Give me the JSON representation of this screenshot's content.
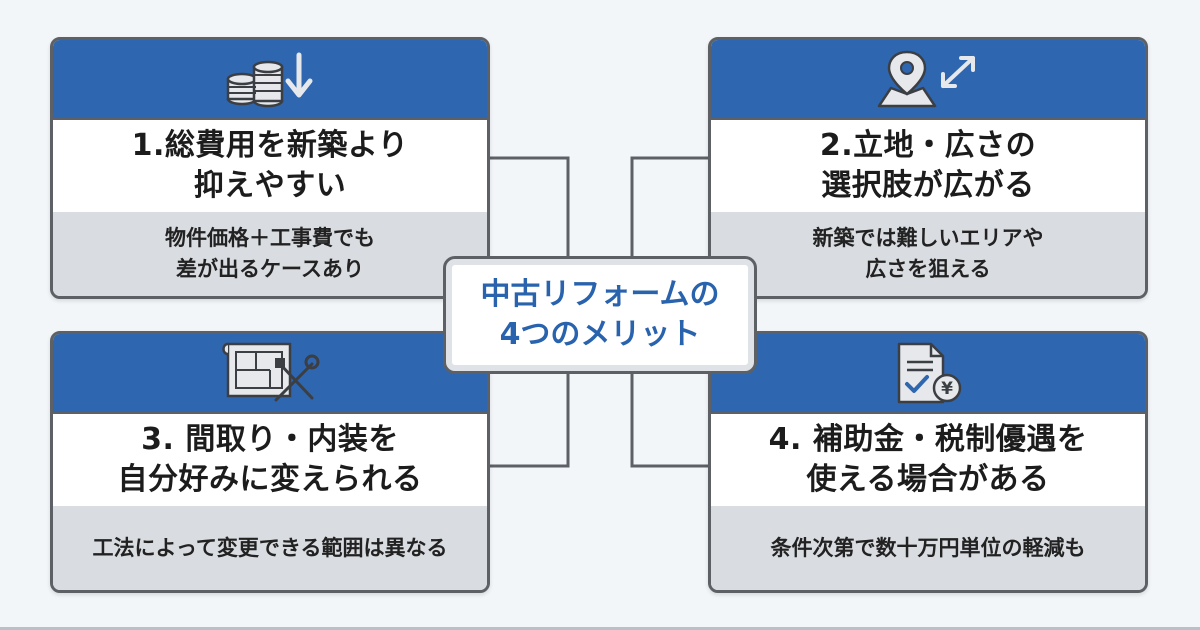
{
  "center": {
    "line1": "中古リフォームの",
    "line2": "4つのメリット"
  },
  "cards": [
    {
      "icon": "coins-down-arrow-icon",
      "title_lines": [
        "1.総費用を新築より",
        "抑えやすい"
      ],
      "desc_lines": [
        "物件価格＋工事費でも",
        "差が出るケースあり"
      ]
    },
    {
      "icon": "map-pin-expand-icon",
      "title_lines": [
        "2.立地・広さの",
        "選択肢が広がる"
      ],
      "desc_lines": [
        "新築では難しいエリアや",
        "広さを狙える"
      ]
    },
    {
      "icon": "blueprint-tools-icon",
      "title_lines": [
        "3. 間取り・内装を",
        "自分好みに変えられる"
      ],
      "desc_lines": [
        "工法によって変更できる範囲は異なる"
      ]
    },
    {
      "icon": "document-yen-icon",
      "title_lines": [
        "4. 補助金・税制優遇を",
        "使える場合がある"
      ],
      "desc_lines": [
        "条件次第で数十万円単位の軽減も"
      ]
    }
  ],
  "colors": {
    "header_blue": "#2f66b0",
    "desc_gray": "#d9dce0",
    "border": "#5d6166",
    "center_text": "#2a63ad",
    "background": "#f3f6f9"
  }
}
